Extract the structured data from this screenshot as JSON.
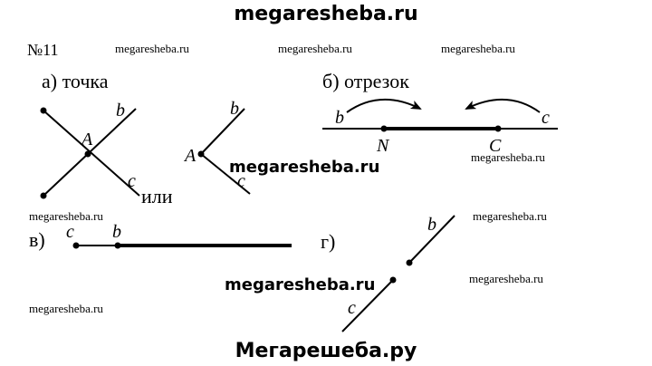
{
  "watermarks": {
    "top": "megaresheba.ru",
    "small": "megaresheba.ru",
    "middle": "megaresheba.ru",
    "bottom": "Мегарешеба.ру"
  },
  "problem_number": "№11",
  "parts": {
    "a": {
      "label": "а) точка",
      "or_text": "или",
      "point_label": "A",
      "ray_b": "b",
      "ray_c": "c"
    },
    "b": {
      "label": "б) отрезок",
      "left_label": "b",
      "right_label": "c",
      "point_N": "N",
      "point_C": "C"
    },
    "v": {
      "label": "в)",
      "label_c": "c",
      "label_b": "b"
    },
    "g": {
      "label": "г)",
      "label_b": "b",
      "label_c": "c"
    }
  }
}
